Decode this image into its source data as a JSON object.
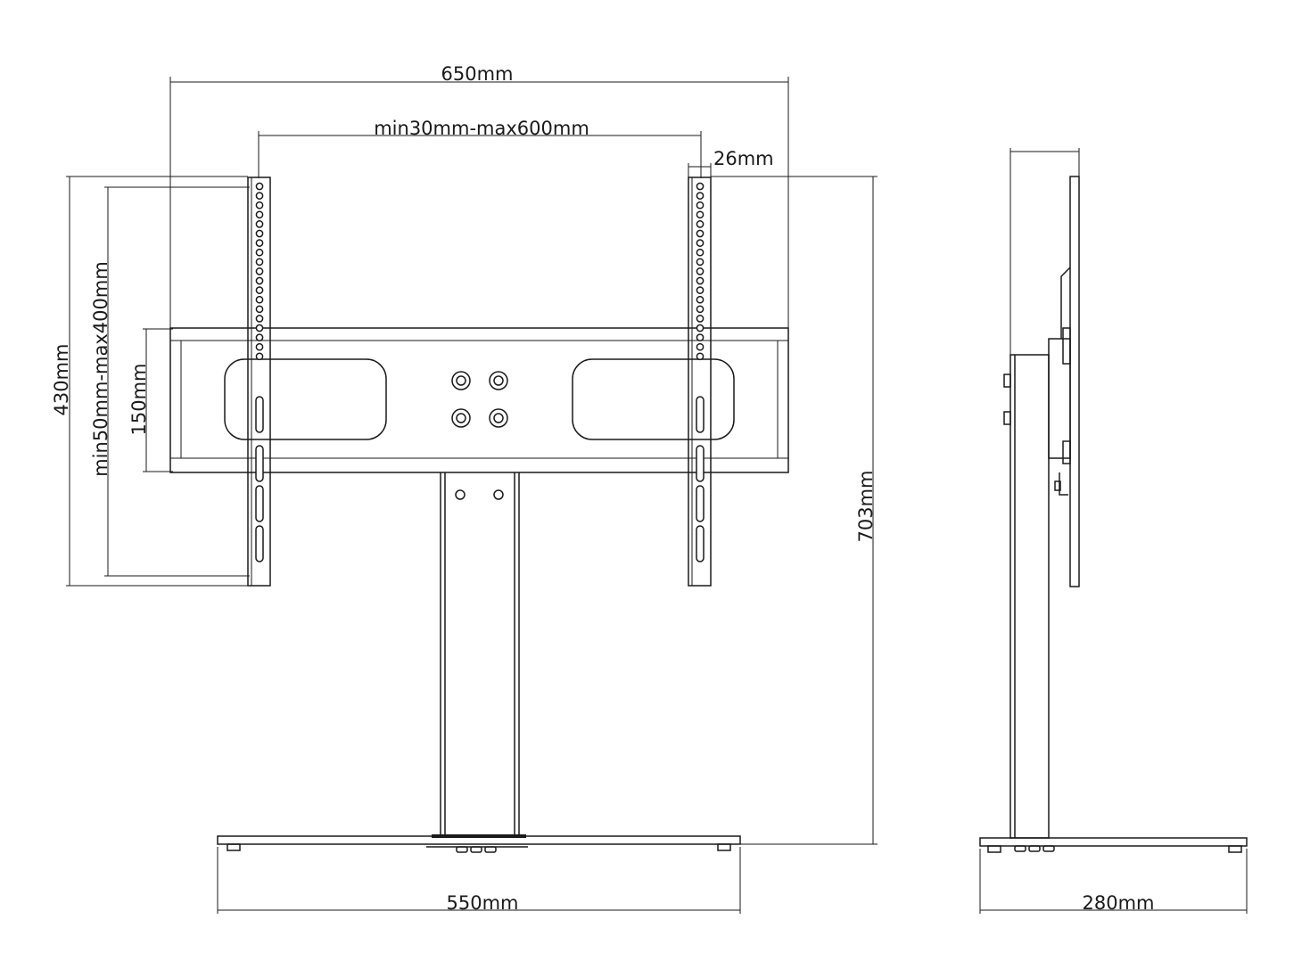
{
  "dimensions": {
    "overall_width": "650mm",
    "vesa_horizontal": "min30mm-max600mm",
    "arm_width": "26mm",
    "arm_height": "430mm",
    "vesa_vertical": "min50mm-max400mm",
    "bracket_height": "150mm",
    "total_height": "703mm",
    "base_width": "550mm",
    "base_depth": "280mm"
  },
  "colors": {
    "line": "#1a1a1a",
    "background": "#ffffff"
  }
}
